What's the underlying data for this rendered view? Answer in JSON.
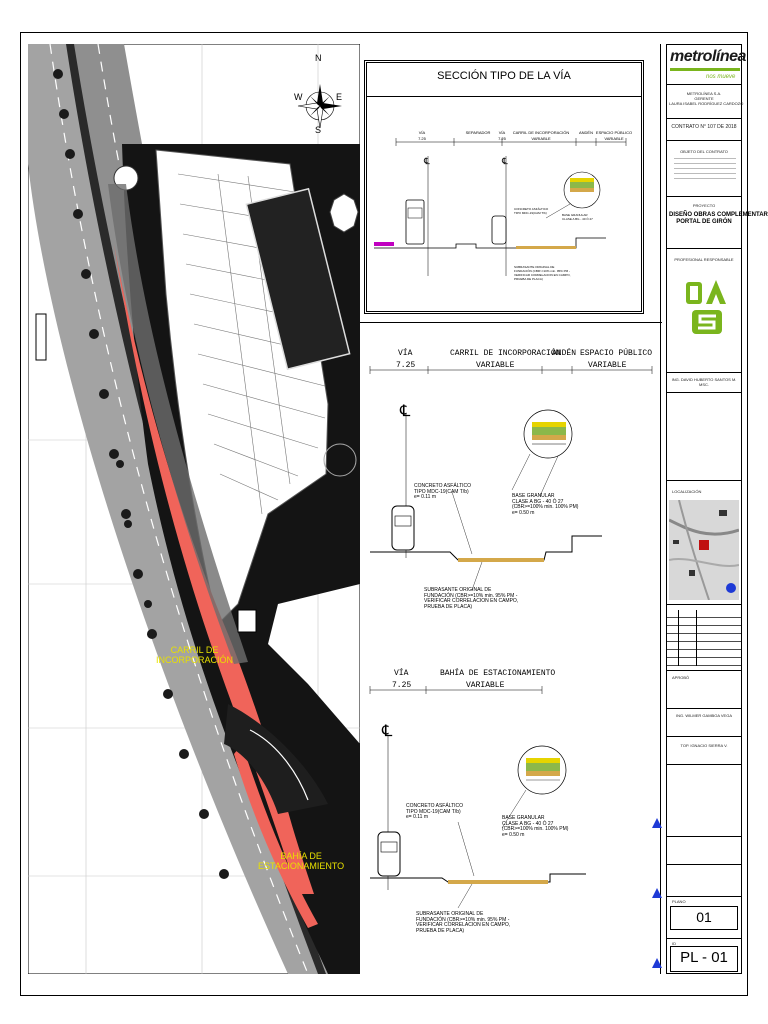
{
  "plan": {
    "labels": {
      "carril": "CARRIL DE\nINCORPORACIÓN",
      "bahia": "BAHÍA DE\nESTACIONAMIENTO"
    },
    "compass": {
      "n": "N",
      "s": "S",
      "e": "E",
      "w": "W"
    }
  },
  "section_top": {
    "title": "SECCIÓN TIPO DE LA VÍA"
  },
  "section1": {
    "hdr_via": "VÍA",
    "hdr_via_val": "7.25",
    "hdr_carril": "CARRIL DE INCORPORACIÓN",
    "hdr_carril_val": "VARIABLE",
    "hdr_anden": "ANDÉN",
    "hdr_espacio": "ESPACIO PÚBLICO",
    "hdr_espacio_val": "VARIABLE",
    "concreto": "CONCRETO ASFÁLTICO\nTIPO MDC-19(CAM T/b)\ne= 0.11 m",
    "base": "BASE GRANULAR\nCLASE A BG - 40 Ó 27\n(CBR>=100% min. 100% PM)\ne= 0.50 m",
    "subrasante": "SUBRASANTE ORIGINAL DE\nFUNDACIÓN (CBR>=10% min. 95% PM -\nVERIFICAR CORRELACION EN CAMPO,\nPRUEBA DE PLACA)"
  },
  "section2": {
    "hdr_via": "VÍA",
    "hdr_via_val": "7.25",
    "hdr_bahia": "BAHÍA DE ESTACIONAMIENTO",
    "hdr_bahia_val": "VARIABLE",
    "concreto": "CONCRETO ASFÁLTICO\nTIPO MDC-19(CAM T/b)\ne= 0.11 m",
    "base": "BASE GRANULAR\nCLASE A BG - 40 Ó 27\n(CBR>=100% min. 100% PM)\ne= 0.50 m",
    "subrasante": "SUBRASANTE ORIGINAL DE\nFUNDACIÓN (CBR>=10% min. 95% PM -\nVERIFICAR CORRELACION EN CAMPO,\nPRUEBA DE PLACA)"
  },
  "title_block": {
    "logo_text": "metrolínea",
    "logo_tagline": "nos mueve",
    "company": "METROLÍNEA S.A.\nGERENTE\nLAURA ISABEL RODRÍGUEZ CARDOZO",
    "contract": "CONTRATO N° 107 DE 2018",
    "objeto_title": "OBJETO DEL CONTRATO",
    "proyecto_label": "PROYECTO",
    "proyecto": "DISEÑO OBRAS COMPLEMENTARIAS\nPORTAL DE GIRÓN",
    "profesional": "PROFESIONAL RESPONSABLE",
    "firm_logo": "DAS",
    "ing": "ING. DAVID HUBERTO SANTOS M. MSC.",
    "ubicacion": "LOCALIZACIÓN",
    "aprobo": "APROBÓ",
    "ing2": "ING. WILMER GAMBOA VEGA",
    "top": "TOP. IGNACIO SIERRA V.",
    "plano_label": "PLANO",
    "plano_num": "01",
    "id_label": "ID",
    "plano_code": "PL - 01"
  },
  "colors": {
    "red_lane": "#f0645a",
    "yellow_label": "#e8e000",
    "road_gray": "#9a9a9a",
    "dark_block": "#141414"
  }
}
